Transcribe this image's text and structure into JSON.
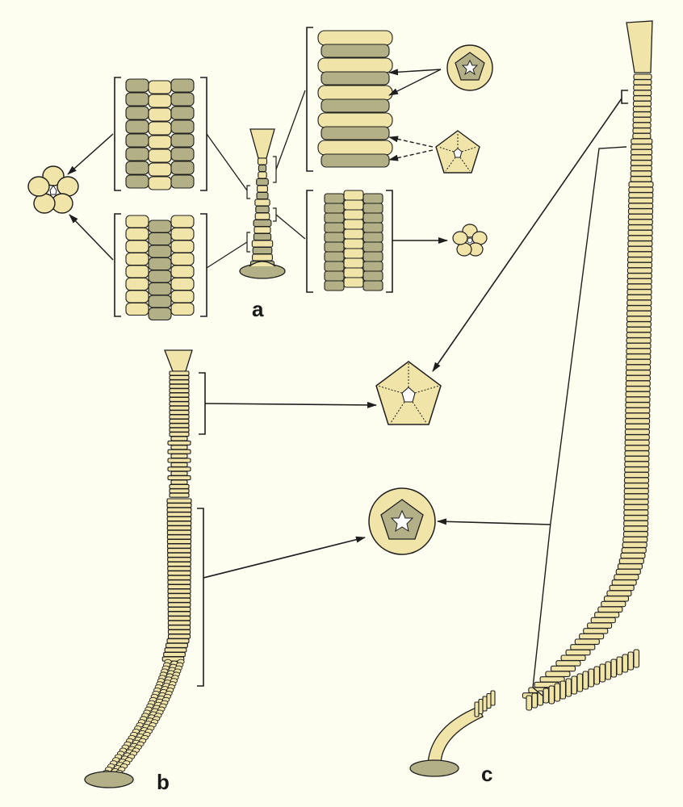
{
  "figure": {
    "panels": [
      {
        "id": "a",
        "label": "a"
      },
      {
        "id": "b",
        "label": "b"
      },
      {
        "id": "c",
        "label": "c"
      }
    ]
  },
  "colors": {
    "background": "#fdfdf0",
    "light_plate": "#f1e4a8",
    "dark_plate": "#b3b087",
    "outline": "#1e1e1e"
  }
}
